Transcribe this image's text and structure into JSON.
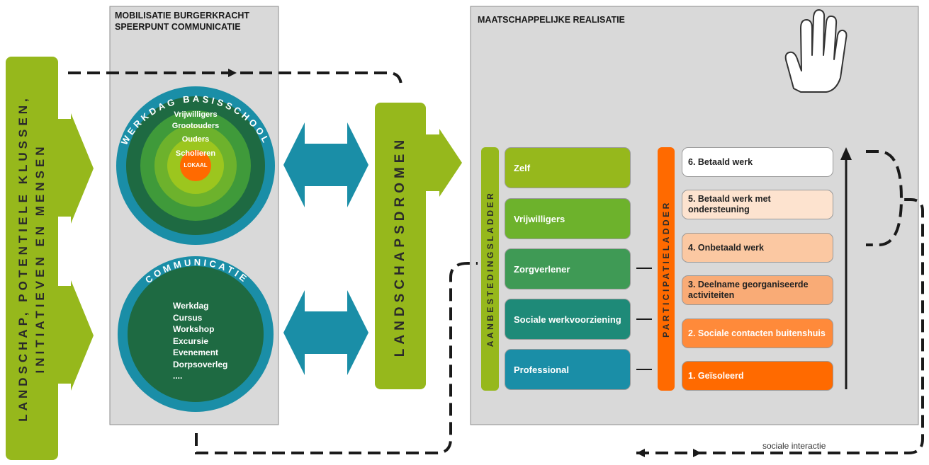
{
  "left_arrow": {
    "line1": "LANDSCHAP, POTENTIELE KLUSSEN,",
    "line2": "INITIATIEVEN EN MENSEN",
    "color": "#96b81c"
  },
  "panel_left": {
    "title_line1": "MOBILISATIE BURGERKRACHT",
    "title_line2": "SPEERPUNT COMMUNICATIE"
  },
  "circle_top": {
    "ring_text": "WERKDAG BASISSCHOOL",
    "rings": [
      "Vrijwilligers",
      "Grootouders",
      "Ouders",
      "Scholieren"
    ],
    "center": "LOKAAL"
  },
  "circle_bottom": {
    "ring_text": "COMMUNICATIE",
    "items": [
      "Werkdag",
      "Cursus",
      "Workshop",
      "Excursie",
      "Evenement",
      "Dorpsoverleg",
      "...."
    ]
  },
  "middle_bar": {
    "label": "LANDSCHAPSDROMEN"
  },
  "panel_right": {
    "title": "MAATSCHAPPELIJKE REALISATIE"
  },
  "aanbesteding": {
    "label": "AANBESTEDINGSLADDER",
    "items": [
      "Zelf",
      "Vrijwilligers",
      "Zorgverlener",
      "Sociale werkvoorziening",
      "Professional"
    ]
  },
  "participatie": {
    "label": "PARTICIPATIELADDER",
    "items": [
      "6. Betaald werk",
      "5. Betaald werk met ondersteuning",
      "4. Onbetaald werk",
      "3. Deelname georganiseerde activiteiten",
      "2. Sociale contacten buitenshuis",
      "1. Geïsoleerd"
    ]
  },
  "bottom_label": "sociale interactie",
  "colors": {
    "green": "#96b81c",
    "teal": "#1a8ea7",
    "dark_green": "#1e6a42",
    "orange": "#ff6a00",
    "panel": "#d9d9d9"
  }
}
